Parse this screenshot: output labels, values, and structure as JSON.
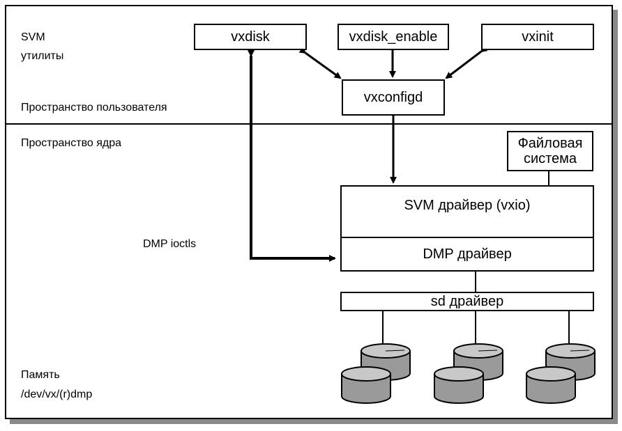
{
  "labels": {
    "svm_utilities_line1": "SVM",
    "svm_utilities_line2": "утилиты",
    "user_space": "Пространство пользователя",
    "kernel_space": "Пространство ядра",
    "dmp_ioctls": "DMP ioctls",
    "memory_line1": "Память",
    "memory_line2": "/dev/vx/(r)dmp"
  },
  "boxes": {
    "vxdisk": "vxdisk",
    "vxdisk_enable": "vxdisk_enable",
    "vxinit": "vxinit",
    "vxconfigd": "vxconfigd",
    "filesystem_line1": "Файловая",
    "filesystem_line2": "система",
    "svm_driver": "SVM драйвер (vxio)",
    "dmp_driver": "DMP драйвер",
    "sd_driver": "sd драйвер"
  },
  "colors": {
    "line": "#000000",
    "disk_top": "#c8c8c8",
    "disk_body": "#9a9a9a",
    "shadow": "#8a8a8a"
  },
  "icons": [
    "disk-icon"
  ]
}
